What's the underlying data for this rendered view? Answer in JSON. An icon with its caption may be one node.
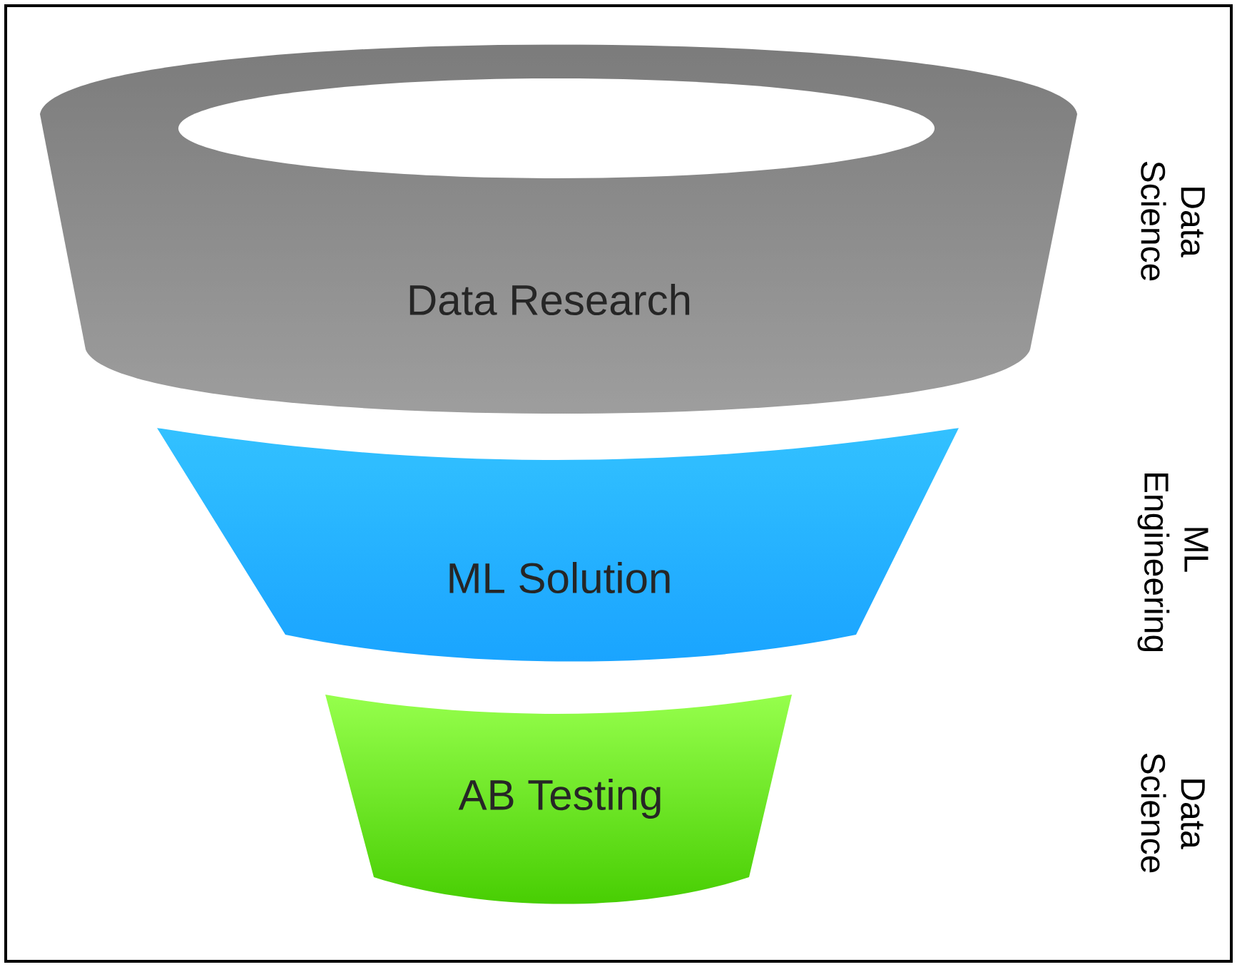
{
  "diagram": {
    "nodes": [
      {
        "text": [
          "Data Research"
        ]
      },
      {
        "text": [
          "ML Solution"
        ]
      },
      {
        "text": [
          "AB Testing"
        ]
      }
    ],
    "labels": [
      "Data Science",
      "ML Engineering",
      "Data Science"
    ]
  }
}
